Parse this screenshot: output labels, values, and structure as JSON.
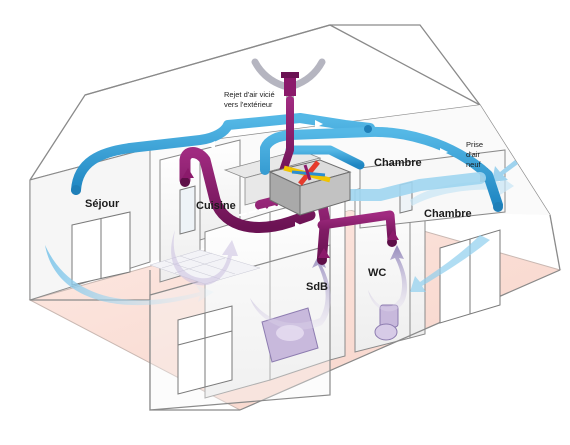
{
  "labels": {
    "rejet_line1": "Rejet d'air vicié",
    "rejet_line2": "vers l'extérieur",
    "prise_line1": "Prise",
    "prise_line2": "d'air",
    "prise_line3": "neuf",
    "sejour": "Séjour",
    "cuisine": "Cuisine",
    "chambre_1": "Chambre",
    "chambre_2": "Chambre",
    "sdb": "SdB",
    "wc": "WC"
  },
  "colors": {
    "fresh_air": "#3aa6dc",
    "fresh_air_dark": "#1f7fb8",
    "stale_air": "#8b1a6b",
    "stale_air_dark": "#5e0f48",
    "exhaust_vapour": "#b9b9c6",
    "room_floor": "#fbe3dc",
    "wall_fill": "#f4f4f4",
    "wall_stroke": "#8a8a8a",
    "fixture": "#b8a6cf"
  },
  "icons": [
    "exhaust-chimney-icon",
    "fresh-air-intake-icon",
    "heat-exchanger-unit-icon",
    "door-icon",
    "window-icon",
    "bathtub-icon",
    "toilet-icon"
  ]
}
